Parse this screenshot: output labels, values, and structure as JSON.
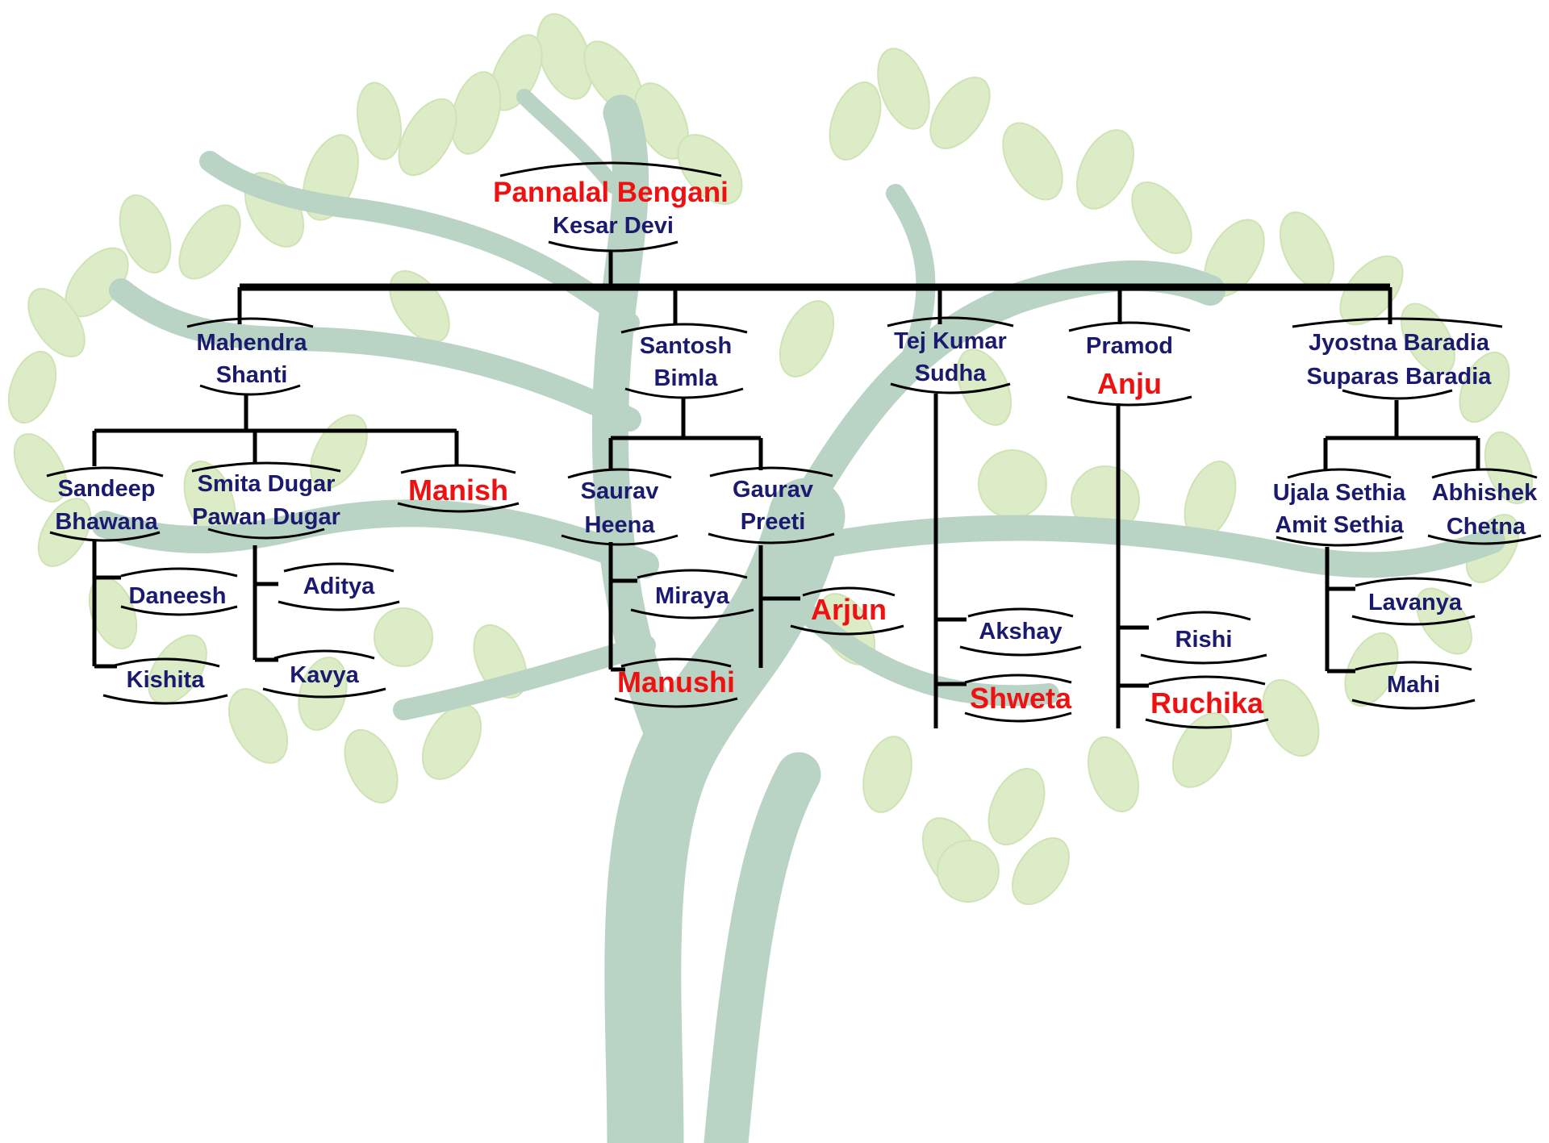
{
  "colors": {
    "navy": "#1a1a6e",
    "red": "#ee1111",
    "line": "#000000",
    "leaf": "#dcecc6",
    "leaf_stroke": "#c9e0ad",
    "trunk": "#b9d3c4"
  },
  "root": {
    "line1": "Pannalal Bengani",
    "line2": "Kesar Devi"
  },
  "generation2": [
    {
      "line1": "Mahendra",
      "line2": "Shanti"
    },
    {
      "line1": "Santosh",
      "line2": "Bimla"
    },
    {
      "line1": "Tej Kumar",
      "line2": "Sudha"
    },
    {
      "line1": "Pramod",
      "line2": "Anju"
    },
    {
      "line1": "Jyostna Baradia",
      "line2": "Suparas Baradia"
    }
  ],
  "generation3": [
    {
      "line1": "Sandeep",
      "line2": "Bhawana"
    },
    {
      "line1": "Smita Dugar",
      "line2": "Pawan Dugar"
    },
    {
      "line1": "Manish"
    },
    {
      "line1": "Saurav",
      "line2": "Heena"
    },
    {
      "line1": "Gaurav",
      "line2": "Preeti"
    },
    {
      "line1": "Ujala Sethia",
      "line2": "Amit Sethia"
    },
    {
      "line1": "Abhishek",
      "line2": "Chetna"
    }
  ],
  "generation4": [
    {
      "name": "Daneesh"
    },
    {
      "name": "Kishita"
    },
    {
      "name": "Aditya"
    },
    {
      "name": "Kavya"
    },
    {
      "name": "Miraya"
    },
    {
      "name": "Manushi"
    },
    {
      "name": "Arjun"
    },
    {
      "name": "Akshay"
    },
    {
      "name": "Shweta"
    },
    {
      "name": "Rishi"
    },
    {
      "name": "Ruchika"
    },
    {
      "name": "Lavanya"
    },
    {
      "name": "Mahi"
    }
  ]
}
